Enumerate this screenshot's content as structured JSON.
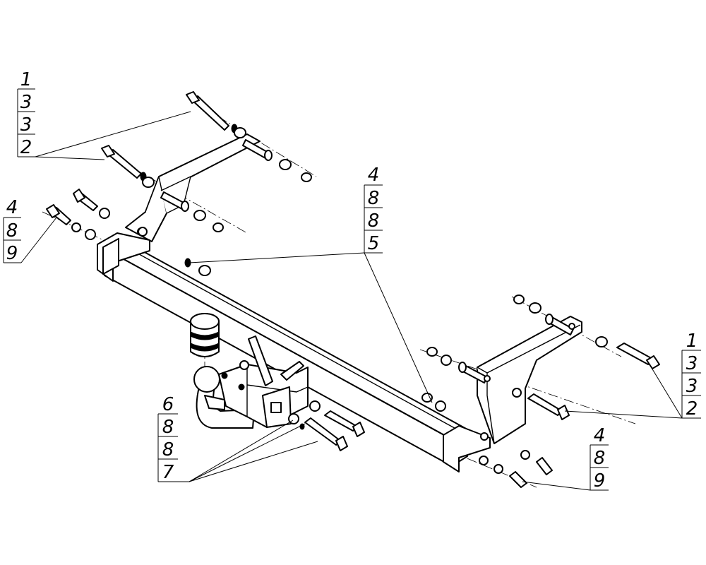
{
  "callouts": [
    {
      "id": "top-left",
      "labels": [
        "1",
        "3",
        "3",
        "2"
      ]
    },
    {
      "id": "left",
      "labels": [
        "4",
        "8",
        "9"
      ]
    },
    {
      "id": "center",
      "labels": [
        "4",
        "8",
        "8",
        "5"
      ]
    },
    {
      "id": "right",
      "labels": [
        "1",
        "3",
        "3",
        "2"
      ]
    },
    {
      "id": "bottom-left",
      "labels": [
        "6",
        "8",
        "8",
        "7"
      ]
    },
    {
      "id": "bottom-right",
      "labels": [
        "4",
        "8",
        "9"
      ]
    }
  ],
  "colors": {
    "line": "#000000",
    "background": "#ffffff"
  }
}
